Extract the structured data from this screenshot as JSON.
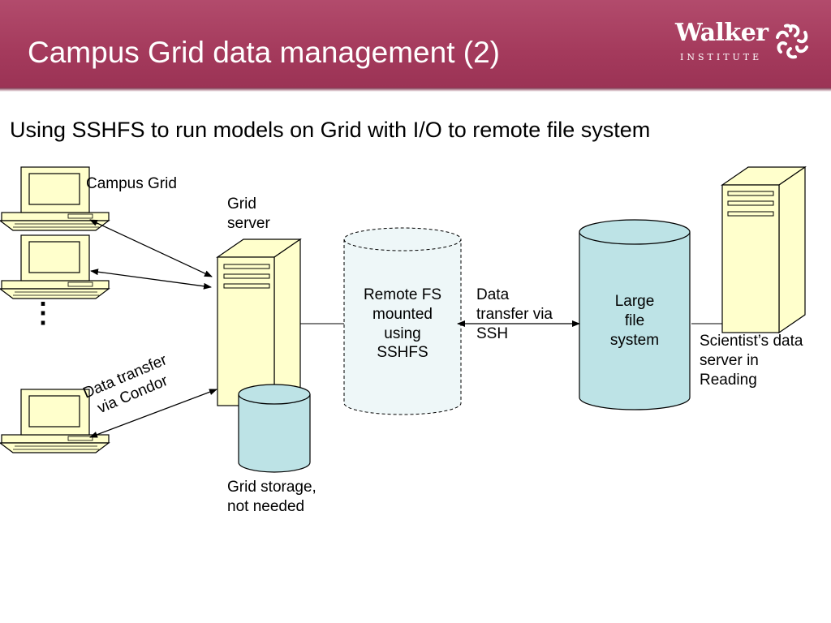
{
  "slide": {
    "title": "Campus Grid data management (2)",
    "subtitle": "Using SSHFS to run models on Grid with I/O to remote file system",
    "logo": {
      "word": "Walker",
      "sub": "INSTITUTE"
    }
  },
  "diagram": {
    "labels": {
      "campus_grid": "Campus Grid",
      "grid_server": [
        "Grid",
        "server"
      ],
      "ellipsis": "⋮",
      "data_transfer_condor": [
        "Data transfer",
        "via Condor"
      ],
      "remote_fs": [
        "Remote FS",
        "mounted",
        "using",
        "SSHFS"
      ],
      "data_transfer_ssh": [
        "Data",
        "transfer via",
        "SSH"
      ],
      "large_fs": [
        "Large",
        "file",
        "system"
      ],
      "scientist_server": [
        "Scientist’s data",
        "server in",
        "Reading"
      ],
      "grid_storage": [
        "Grid storage,",
        "not needed"
      ]
    }
  },
  "colors": {
    "banner": "#a63d5e",
    "cylinder_fill": "#bde3e6",
    "dashed_fill": "#eef7f8",
    "server_fill": "#ffffcc",
    "screen_fill": "#ffffcc",
    "line": "#000000"
  }
}
